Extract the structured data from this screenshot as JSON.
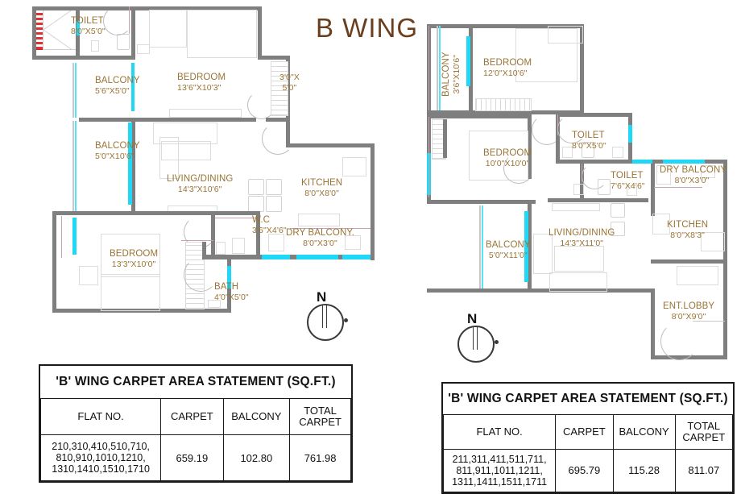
{
  "title": "B WING",
  "compass": {
    "label": "N"
  },
  "left_plan": {
    "name": "b-wing-left-unit-plan",
    "rooms": [
      {
        "key": "toilet",
        "name": "TOILET",
        "dim": "8'0\"X5'0\""
      },
      {
        "key": "balcony1",
        "name": "BALCONY",
        "dim": "5'6\"X5'0\""
      },
      {
        "key": "bedroom1",
        "name": "BEDROOM",
        "dim": "13'6\"X10'3\""
      },
      {
        "key": "niche",
        "name": "3'0\"X",
        "dim": "5'0\""
      },
      {
        "key": "balcony2",
        "name": "BALCONY",
        "dim": "5'0\"X10'6\""
      },
      {
        "key": "living",
        "name": "LIVING/DINING",
        "dim": "14'3\"X10'6\""
      },
      {
        "key": "kitchen",
        "name": "KITCHEN",
        "dim": "8'0\"X8'0\""
      },
      {
        "key": "wc",
        "name": "W.C",
        "dim": "3'6\"X4'6\""
      },
      {
        "key": "drybalcony",
        "name": "DRY BALCONY.",
        "dim": "8'0\"X3'0\""
      },
      {
        "key": "bedroom2",
        "name": "BEDROOM",
        "dim": "13'3\"X10'0\""
      },
      {
        "key": "bath",
        "name": "BATH",
        "dim": "4'0\"X5'0\""
      }
    ]
  },
  "right_plan": {
    "name": "b-wing-right-unit-plan",
    "rooms": [
      {
        "key": "balcony1",
        "name": "BALCONY",
        "dim": "3'6\"X10'6\""
      },
      {
        "key": "bedroom1",
        "name": "BEDROOM",
        "dim": "12'0\"X10'6\""
      },
      {
        "key": "toilet1",
        "name": "TOILET",
        "dim": "8'0\"X5'0\""
      },
      {
        "key": "bedroom2",
        "name": "BEDROOM",
        "dim": "10'0\"X10'0\""
      },
      {
        "key": "toilet2",
        "name": "TOILET",
        "dim": "7'6\"X4'6\""
      },
      {
        "key": "drybalcony",
        "name": "DRY BALCONY",
        "dim": "8'0\"X3'0\""
      },
      {
        "key": "kitchen",
        "name": "KITCHEN",
        "dim": "8'0\"X8'3\""
      },
      {
        "key": "balcony2",
        "name": "BALCONY",
        "dim": "5'0\"X11'0\""
      },
      {
        "key": "living",
        "name": "LIVING/DINING",
        "dim": "14'3\"X11'0\""
      },
      {
        "key": "entlobby",
        "name": "ENT.LOBBY",
        "dim": "8'0\"X9'0\""
      }
    ]
  },
  "left_table": {
    "title": "'B' WING CARPET AREA STATEMENT (SQ.FT.)",
    "headers": [
      "FLAT NO.",
      "CARPET",
      "BALCONY",
      "TOTAL CARPET"
    ],
    "header_total_line1": "TOTAL",
    "header_total_line2": "CARPET",
    "row": {
      "flats_line1": "210,310,410,510,710,",
      "flats_line2": "810,910,1010,1210,",
      "flats_line3": "1310,1410,1510,1710",
      "carpet": "659.19",
      "balcony": "102.80",
      "total": "761.98"
    }
  },
  "right_table": {
    "title": "'B' WING CARPET AREA STATEMENT (SQ.FT.)",
    "headers": [
      "FLAT NO.",
      "CARPET",
      "BALCONY",
      "TOTAL CARPET"
    ],
    "header_total_line1": "TOTAL",
    "header_total_line2": "CARPET",
    "row": {
      "flats_line1": "211,311,411,511,711,",
      "flats_line2": "811,911,1011,1211,",
      "flats_line3": "1311,1411,1511,1711",
      "carpet": "695.79",
      "balcony": "115.28",
      "total": "811.07"
    }
  },
  "colors": {
    "label_text": "#9a7434",
    "title_text": "#6b3f1d",
    "wall": "#7f7f7f",
    "glazing": "#1fd8f5",
    "table_border": "#1a1a1a",
    "hatch_red": "#e03030"
  }
}
